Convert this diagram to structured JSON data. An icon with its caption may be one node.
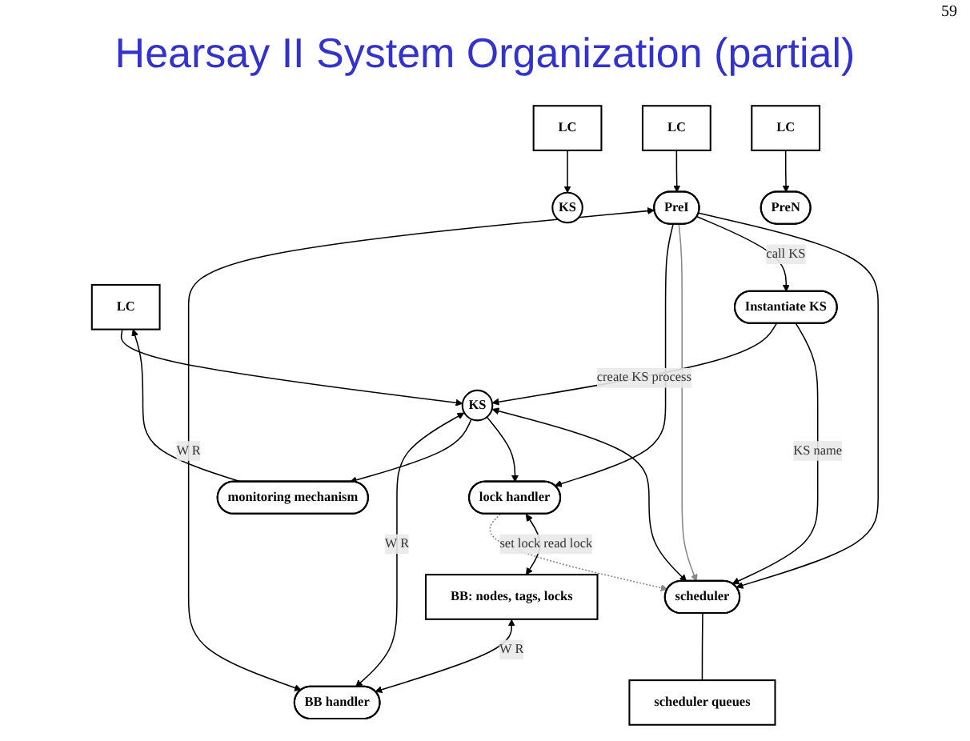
{
  "diagram": {
    "title": "Hearsay II System Organization (partial)",
    "nodes": [
      {
        "text": [
          "BB handler"
        ]
      },
      {
        "text": [
          "BB: nodes, tags, locks"
        ]
      },
      {
        "text": [
          "LC"
        ]
      },
      {
        "text": [
          "KS"
        ]
      },
      {
        "text": [
          "LC"
        ]
      },
      {
        "text": [
          "KS"
        ]
      },
      {
        "text": [
          "monitoring mechanism"
        ]
      },
      {
        "text": [
          "Instantiate KS"
        ]
      },
      {
        "text": [
          "lock handler"
        ]
      },
      {
        "text": [
          "LC"
        ]
      },
      {
        "text": [
          "PreI"
        ]
      },
      {
        "text": [
          "LC"
        ]
      },
      {
        "text": [
          "PreN"
        ]
      },
      {
        "text": [
          "scheduler"
        ]
      },
      {
        "text": [
          "scheduler queues"
        ]
      }
    ],
    "edges": [
      {
        "from": 3,
        "to": 0,
        "arrow": "both",
        "label": "W R"
      },
      {
        "from": 1,
        "to": 0,
        "arrow": "both",
        "label": "W R"
      },
      {
        "from": 6,
        "to": 2,
        "arrow": "to"
      },
      {
        "from": 2,
        "to": 3,
        "arrow": "to"
      },
      {
        "from": 4,
        "to": 5,
        "arrow": "to"
      },
      {
        "from": 10,
        "to": 0,
        "arrow": "both",
        "label": "W R"
      },
      {
        "from": 3,
        "to": 6,
        "arrow": "to"
      },
      {
        "from": 3,
        "to": 8,
        "arrow": "to"
      },
      {
        "from": 10,
        "to": 8,
        "arrow": "to"
      },
      {
        "from": 10,
        "to": 13,
        "arrow": "to",
        "color": "#888888"
      },
      {
        "from": 8,
        "to": 13,
        "arrow": "to",
        "style": "dashed",
        "color": "#888888"
      },
      {
        "from": 9,
        "to": 10,
        "arrow": "to"
      },
      {
        "from": 11,
        "to": 12,
        "arrow": "to"
      },
      {
        "from": 10,
        "to": 7,
        "arrow": "to",
        "label": "call KS"
      },
      {
        "from": 10,
        "to": 13,
        "arrow": "to"
      },
      {
        "from": 7,
        "to": 3,
        "arrow": "to",
        "label": "create KS process"
      },
      {
        "from": 3,
        "to": 13,
        "arrow": "both"
      },
      {
        "from": 7,
        "to": 13,
        "arrow": "to",
        "label": "KS name"
      },
      {
        "from": 13,
        "to": 14,
        "arrow": "none"
      },
      {
        "from": 8,
        "to": 1,
        "arrow": "both",
        "label": "set lock read lock"
      }
    ],
    "labels": [
      "59"
    ]
  }
}
